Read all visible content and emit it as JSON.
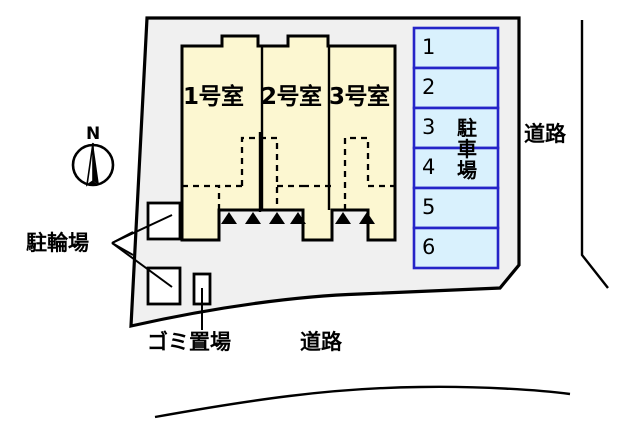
{
  "diagram": {
    "title": "site-plan",
    "type": "property-site-plan",
    "colors": {
      "building_fill": "#fcf7d1",
      "building_stroke": "#000000",
      "parking_fill": "#d9f1fd",
      "parking_stroke": "#2424c8",
      "site_fill": "#f0f0f0",
      "site_stroke": "#000000",
      "road_stroke": "#000000",
      "text": "#000000",
      "white": "#ffffff"
    }
  },
  "building": {
    "units": [
      {
        "label": "1号室"
      },
      {
        "label": "2号室"
      },
      {
        "label": "3号室"
      }
    ]
  },
  "parking": {
    "label": "駐車場",
    "label_chars": [
      "駐",
      "車",
      "場"
    ],
    "stalls": [
      {
        "number": "1"
      },
      {
        "number": "2"
      },
      {
        "number": "3"
      },
      {
        "number": "4"
      },
      {
        "number": "5"
      },
      {
        "number": "6"
      }
    ]
  },
  "site_labels": {
    "bicycle_parking": "駐輪場",
    "garbage_area": "ゴミ置場",
    "road_bottom": "道路",
    "road_right": "道路"
  },
  "compass": {
    "north_label": "N"
  }
}
